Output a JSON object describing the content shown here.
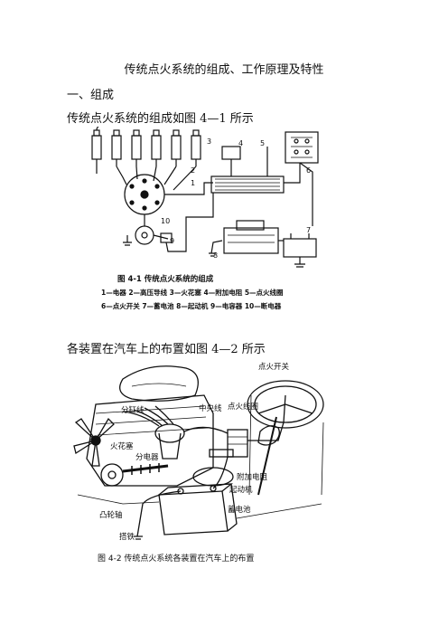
{
  "doc": {
    "title": "传统点火系统的组成、工作原理及特性",
    "section1": "一、组成",
    "para1": "传统点火系统的组成如图 4—1 所示",
    "para2": "各装置在汽车上的布置如图 4—2 所示"
  },
  "figure1": {
    "caption": "图 4-1   传统点火系统的组成",
    "legend_line1": "1—电器   2—高压导线   3—火花塞   4—附加电阻   5—点火线圈",
    "legend_line2": "6—点火开关   7—蓄电池   8—起动机   9—电容器   10—断电器",
    "numbers": [
      "1",
      "2",
      "3",
      "4",
      "5",
      "6",
      "7",
      "8",
      "9",
      "10"
    ]
  },
  "figure2": {
    "caption": "图 4-2    传统点火系统各装置在汽车上的布置",
    "labels": {
      "ignition_switch": "点火开关",
      "central_wire": "中央线",
      "ignition_coil": "点火线圈",
      "branch_wire": "分缸线",
      "spark_plug": "火花塞",
      "distributor": "分电器",
      "extra_resistor": "附加电阻",
      "starter": "起动机",
      "battery": "蓄电池",
      "camshaft": "凸轮轴",
      "ground": "搭铁"
    }
  }
}
